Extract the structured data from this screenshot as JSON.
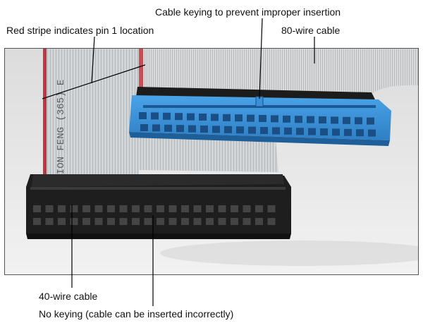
{
  "labels": {
    "cable_keying": "Cable keying to prevent improper insertion",
    "red_stripe": "Red stripe indicates pin 1 location",
    "wire80": "80-wire cable",
    "wire40": "40-wire cable",
    "no_keying": "No keying (cable can be inserted incorrectly)"
  },
  "cable_print_text": "CHION FENG (365) E",
  "colors": {
    "blue_connector": "#3a8fd6",
    "black_connector": "#1a1a1a",
    "ribbon": "#cfd2d4",
    "red_stripe": "#c4363e",
    "background": "#e6e6e6"
  }
}
